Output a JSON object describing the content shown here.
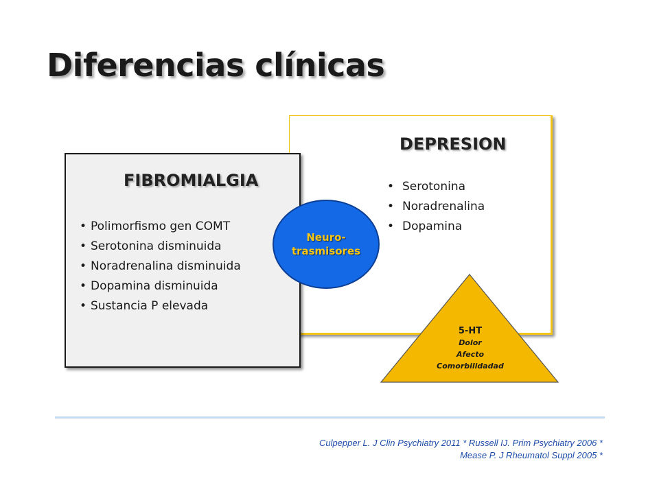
{
  "slide": {
    "title": "Diferencias clínicas"
  },
  "depresion": {
    "title": "DEPRESION",
    "items": [
      "Serotonina",
      "Noradrenalina",
      "Dopamina"
    ],
    "border_color": "#f2c318"
  },
  "fibromialgia": {
    "title": "FIBROMIALGIA",
    "items": [
      "Polimorfismo gen COMT",
      "Serotonina disminuida",
      "Noradrenalina disminuida",
      "Dopamina disminuida",
      "Sustancia P elevada"
    ],
    "background_color": "#f0f0f0"
  },
  "center_circle": {
    "line1": "Neuro-",
    "line2": "trasmisores",
    "fill_color": "#1469e6",
    "text_color": "#f5c518"
  },
  "triangle": {
    "label": "5-HT",
    "items": [
      "Dolor",
      "Afecto",
      "Comorbilidadad"
    ],
    "fill_color": "#f5b800"
  },
  "references": {
    "line1": "Culpepper L. J Clin Psychiatry 2011 * Russell IJ.  Prim Psychiatry  2006 *",
    "line2": "Mease P. J Rheumatol Suppl 2005 *"
  }
}
